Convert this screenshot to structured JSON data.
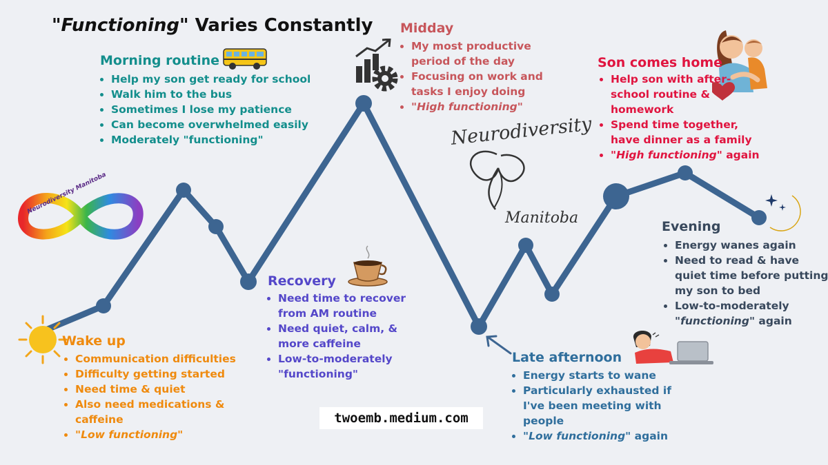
{
  "title": {
    "quote": "\"",
    "emph": "Functioning",
    "rest": "\" Varies Constantly"
  },
  "website": "twoemb.medium.com",
  "brand": {
    "word": "Neurodiversity",
    "place": "Manitoba"
  },
  "logo_text": "Neurodiversity Manitoba",
  "colors": {
    "line": "#3d6591",
    "wake": "#ef8a0e",
    "morning": "#138e8c",
    "recovery": "#5447c9",
    "midday": "#c7565b",
    "late": "#2f6e9c",
    "son": "#e0143f",
    "evening": "#38485c"
  },
  "sections": {
    "wake": {
      "title": "Wake up",
      "icon": "sun-icon",
      "items": [
        "Communication difficulties",
        "Difficulty getting started",
        "Need time & quiet",
        "Also need medications & caffeine"
      ],
      "final": {
        "pre": "",
        "em": "\"Low functioning\"",
        "post": ""
      }
    },
    "morning": {
      "title": "Morning routine",
      "icon": "school-bus-icon",
      "items": [
        "Help my son get ready for school",
        "Walk him to the bus",
        "Sometimes I lose my patience",
        "Can become overwhelmed easily",
        "Moderately \"functioning\""
      ]
    },
    "recovery": {
      "title": "Recovery",
      "icon": "coffee-cup-icon",
      "items": [
        "Need time to recover from AM routine",
        "Need quiet, calm, & more caffeine",
        "Low-to-moderately \"functioning\""
      ]
    },
    "midday": {
      "title": "Midday",
      "icon": "productivity-chart-gear-icon",
      "items": [
        "My most productive period of the day",
        "Focusing on work and tasks I enjoy doing"
      ],
      "final": {
        "pre": "",
        "em": "\"High functioning\"",
        "post": ""
      }
    },
    "late": {
      "title": "Late afternoon",
      "icon": "tired-person-laptop-icon",
      "items": [
        "Energy starts to wane",
        "Particularly exhausted if I've been meeting with people"
      ],
      "final": {
        "pre": "\"",
        "em": "Low functioning",
        "post": "\" again"
      }
    },
    "son": {
      "title": "Son comes home",
      "icon": "mother-hugging-child-icon",
      "items": [
        "Help son with after-school routine & homework",
        "Spend time together, have dinner as a family"
      ],
      "final": {
        "pre": "\"",
        "em": "High functioning",
        "post": "\" again"
      }
    },
    "evening": {
      "title": "Evening",
      "icon": "moon-stars-icon",
      "items": [
        "Energy wanes again",
        "Need to read & have quiet time before putting my son to bed"
      ],
      "final": {
        "pre": "Low-to-moderately \"",
        "em": "functioning",
        "post": "\" again"
      }
    }
  }
}
